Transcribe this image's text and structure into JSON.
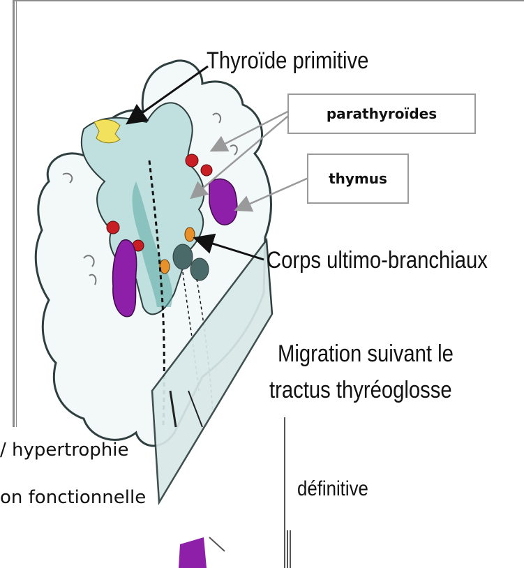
{
  "labels": {
    "thyroide_primitive": "Thyroïde primitive",
    "parathyroides": "parathyroïdes",
    "thymus": "thymus",
    "corps_ultimo": "Corps ultimo-branchiaux",
    "migration_line1": "Migration suivant le",
    "migration_line2": "tractus thyréoglosse"
  },
  "background_text": {
    "line1": "/ hypertrophie",
    "line2": "on fonctionnelle",
    "fragment": "définitive"
  },
  "colors": {
    "tissue": "#bfe0de",
    "tissue_dark": "#5fa9a6",
    "outline": "#2f3f3f",
    "parathyroid": "#c81f24",
    "thymus": "#8e1fa8",
    "ultimobranchial": "#e8912a",
    "thyroid": "#f2e15c",
    "box_border": "#9a9a9a"
  }
}
